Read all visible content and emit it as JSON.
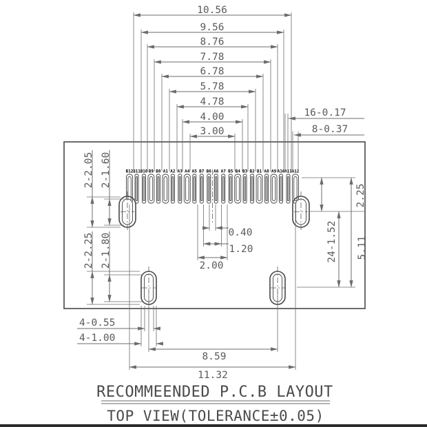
{
  "drawing": {
    "title": "RECOMMEENDED P.C.B LAYOUT",
    "subtitle": "TOP VIEW(TOLERANCE±0.05)"
  },
  "dims": {
    "top": [
      "10.56",
      "9.56",
      "8.76",
      "7.78",
      "6.78",
      "5.78",
      "4.78",
      "4.00",
      "3.00"
    ],
    "left_upper": [
      "2-2.05",
      "2-1.60"
    ],
    "left_lower": [
      "2-2.25",
      "2-1.80"
    ],
    "right_leaders": [
      "16-0.17",
      "8-0.37"
    ],
    "right_vertical": [
      "2.25",
      "24-1.52",
      "5.11"
    ],
    "center_bottom": [
      "0.40",
      "1.20",
      "2.00"
    ],
    "bottom_left_leaders": [
      "4-0.55",
      "4-1.00"
    ],
    "bottom": [
      "8.59",
      "11.32"
    ]
  },
  "pins": [
    "B12",
    "B11",
    "B10",
    "B9",
    "B8",
    "A1",
    "A2",
    "A3",
    "A4",
    "A5",
    "B7",
    "B6",
    "A6",
    "A7",
    "B5",
    "B4",
    "B3",
    "B2",
    "B1",
    "A8",
    "A9",
    "A10",
    "A11",
    "A12"
  ],
  "colors": {
    "outline": "#474747",
    "dimension": "#6b6b6b",
    "dim_text": "#5a5a5a",
    "pin_text": "#000000"
  }
}
